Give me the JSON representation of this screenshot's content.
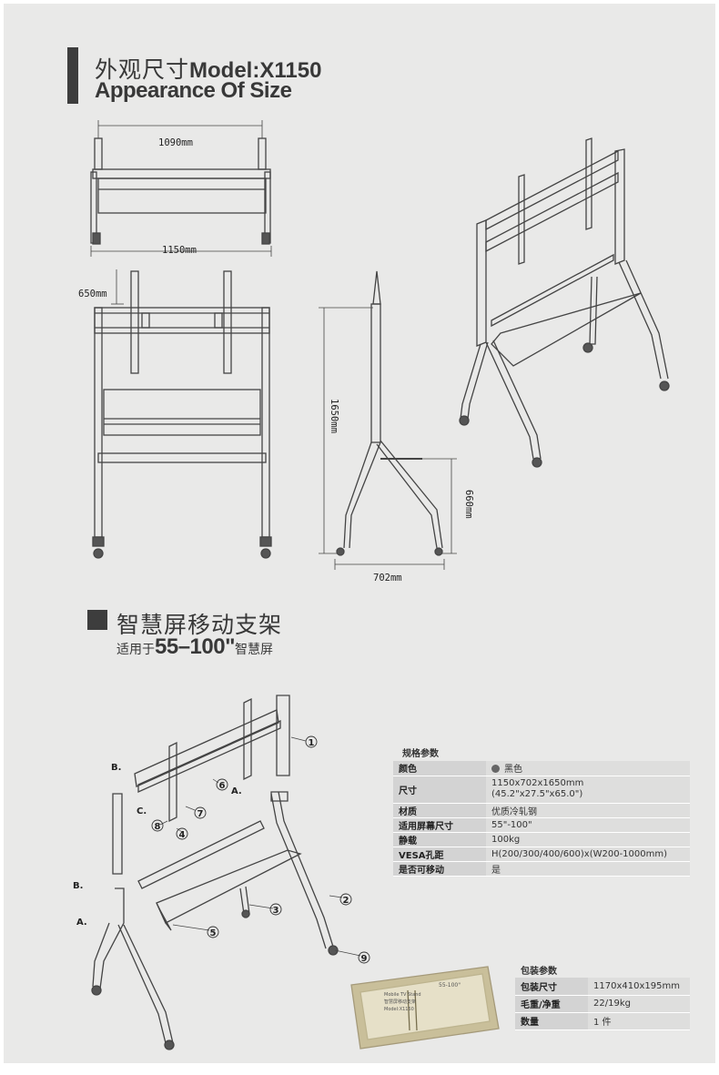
{
  "header": {
    "title_cn": "外观尺寸",
    "title_model": "Model:X1150",
    "title_en": "Appearance Of Size"
  },
  "dimensions": {
    "top_width": "1090mm",
    "base_width": "1150mm",
    "depth_top": "650mm",
    "height": "1650mm",
    "shelf_height": "660mm",
    "base_depth": "702mm"
  },
  "product": {
    "name": "智慧屏移动支架",
    "subtitle_prefix": "适用于",
    "size_range": "55–100\"",
    "subtitle_suffix": "智慧屏"
  },
  "parts": {
    "numbers": [
      "1",
      "2",
      "3",
      "4",
      "5",
      "6",
      "7",
      "8",
      "9"
    ],
    "labels": [
      "A.",
      "B.",
      "C."
    ]
  },
  "spec": {
    "title": "规格参数",
    "rows": [
      {
        "key": "颜色",
        "value": "黑色"
      },
      {
        "key": "尺寸",
        "value": "1150x702x1650mm",
        "value2": "(45.2\"x27.5\"x65.0\")"
      },
      {
        "key": "材质",
        "value": "优质冷轧钢"
      },
      {
        "key": "适用屏幕尺寸",
        "value": "55\"-100\""
      },
      {
        "key": "静载",
        "value": "100kg"
      },
      {
        "key": "VESA孔距",
        "value": "H(200/300/400/600)x(W200-1000mm)"
      },
      {
        "key": "是否可移动",
        "value": "是"
      }
    ],
    "color_swatch": "#666666"
  },
  "package": {
    "title": "包装参数",
    "rows": [
      {
        "key": "包装尺寸",
        "value": "1170x410x195mm"
      },
      {
        "key": "毛重/净重",
        "value": "22/19kg"
      },
      {
        "key": "数量",
        "value": "1 件"
      }
    ],
    "box_text": [
      "Mobile TV Stand",
      "智慧屏移动支架",
      "Model:X1150",
      "55-100\""
    ]
  }
}
